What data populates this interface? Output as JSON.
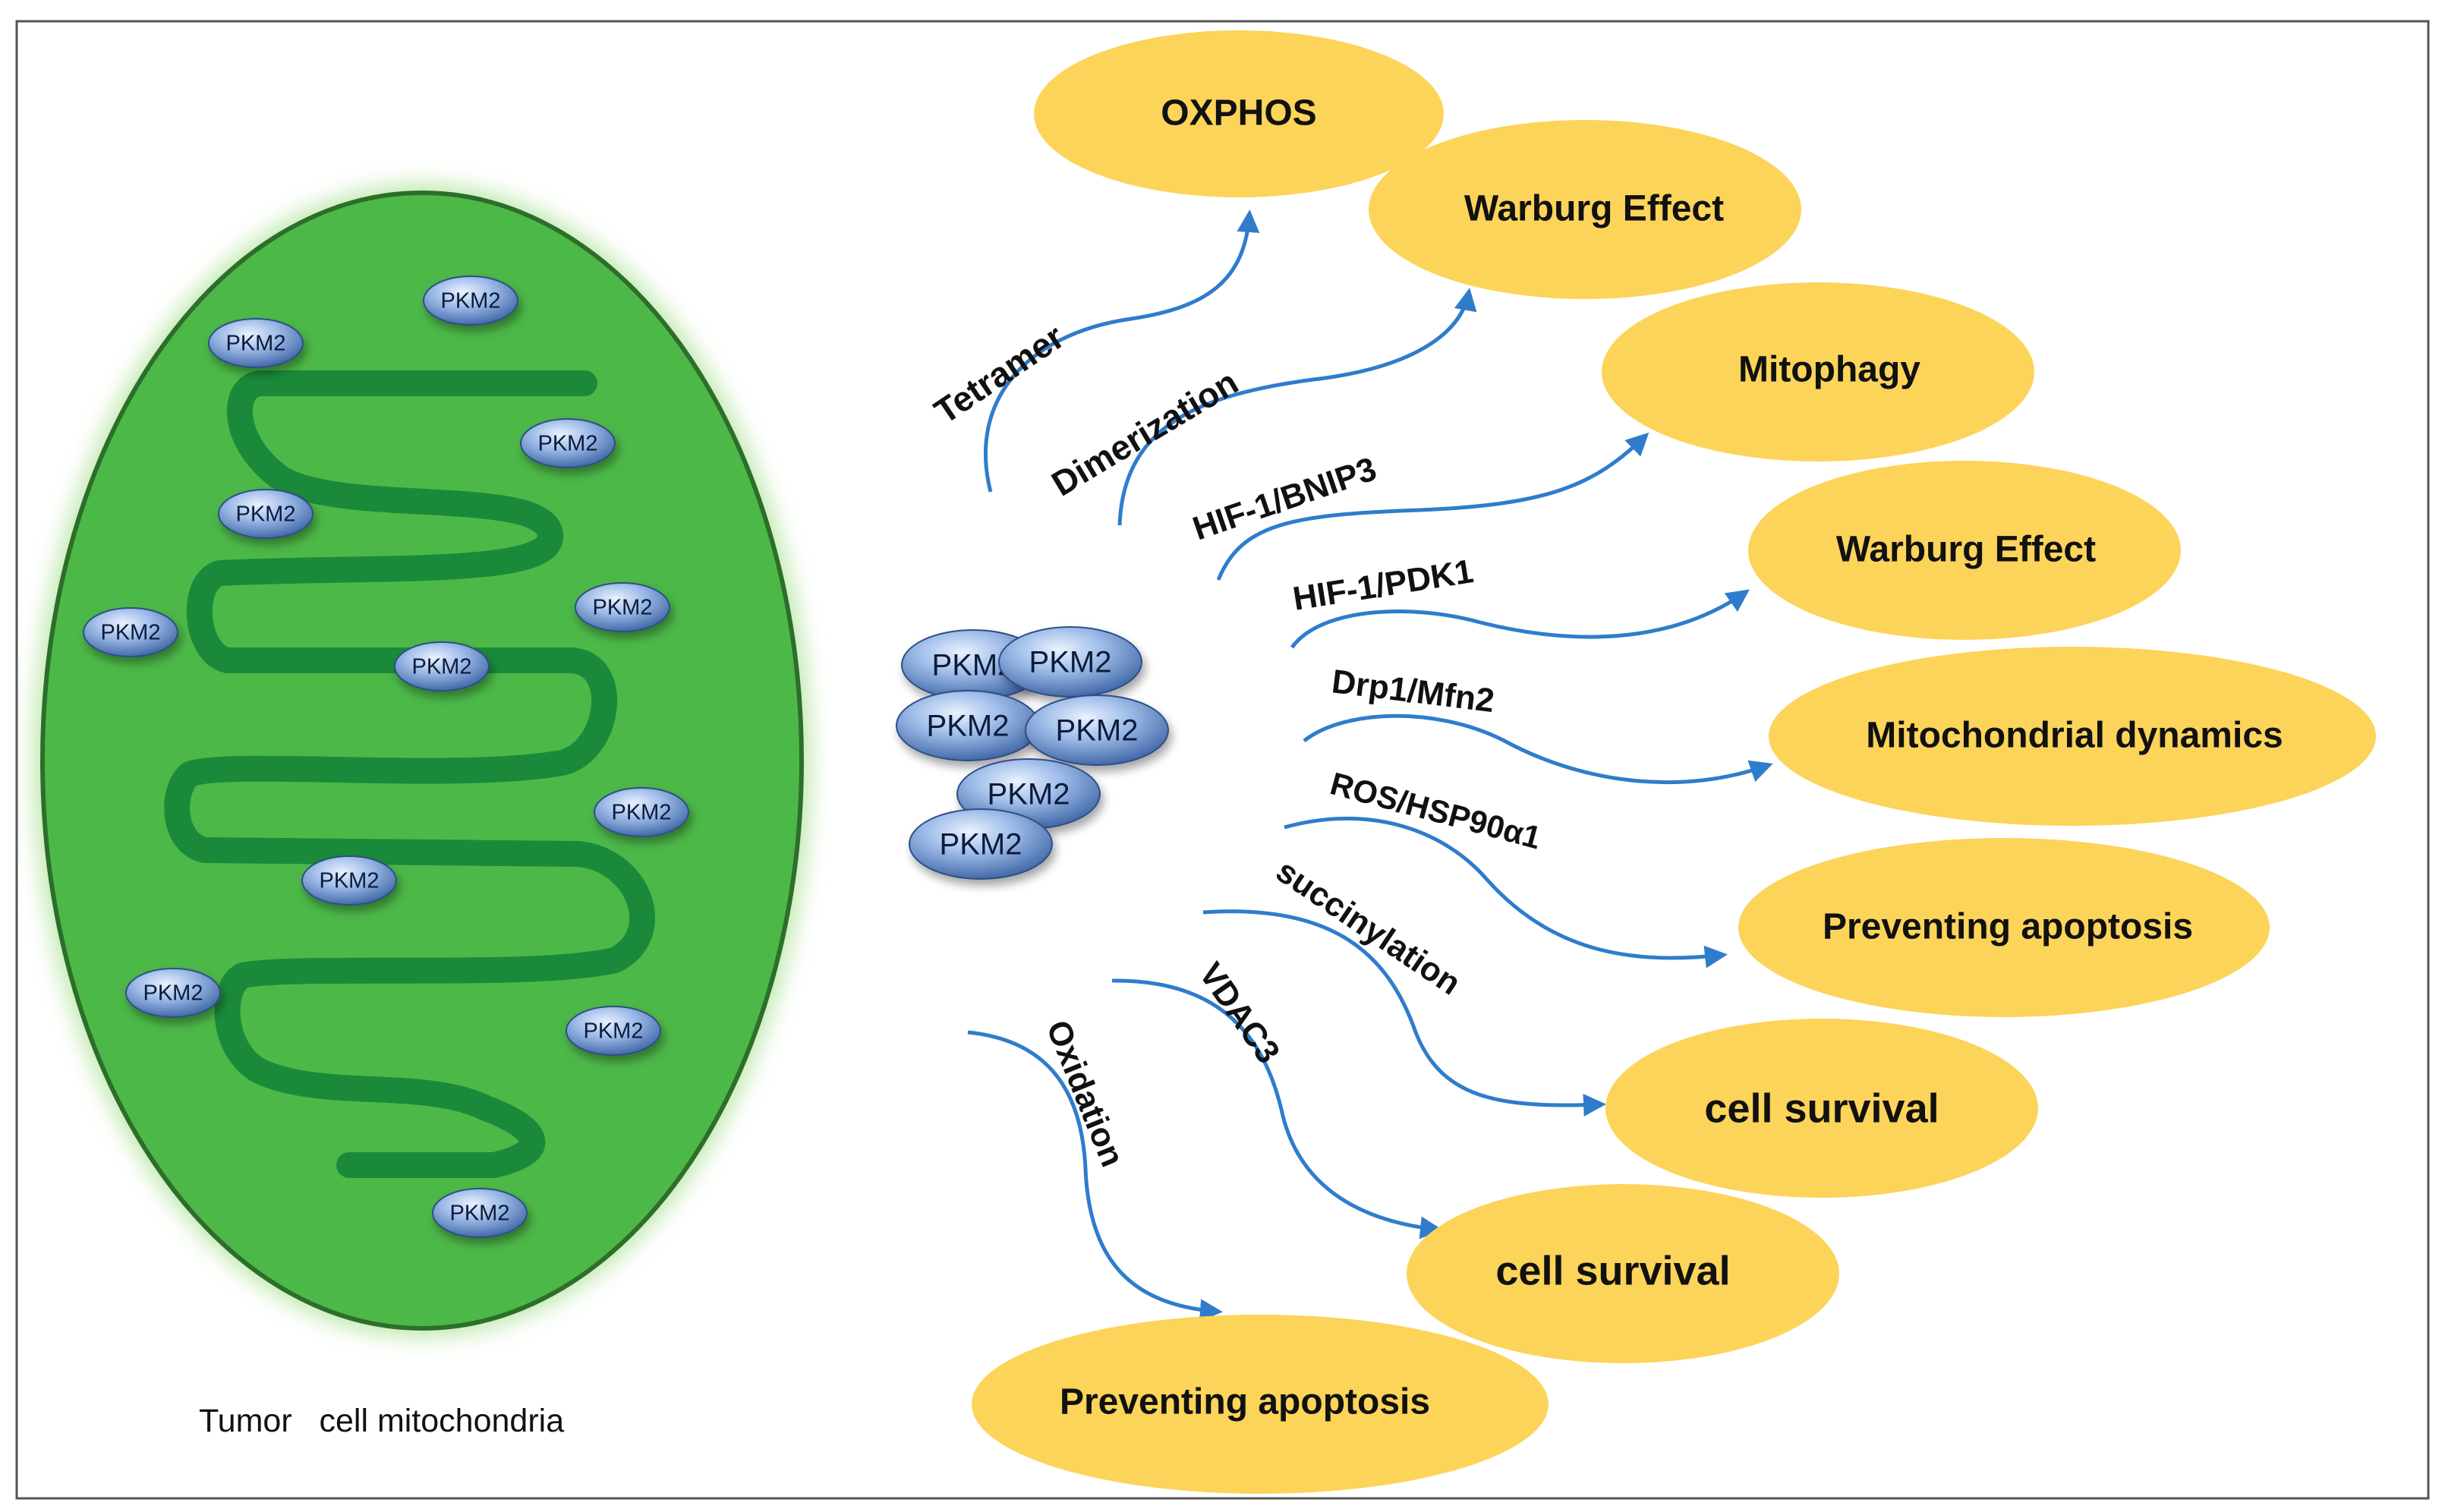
{
  "colors": {
    "mito_fill": "#4cb848",
    "mito_glow": "#b9e6a6",
    "crista": "#1a8a3a",
    "arrow": "#2f7ccc",
    "outcome": "#fcd45a",
    "pkm": "#7aa2dc"
  },
  "mitochondrion": {
    "caption": "Tumor   cell mitochondria",
    "pkm_label": "PKM2"
  },
  "cluster": {
    "labels": [
      "PKM2",
      "PKM2",
      "PKM2",
      "PKM2",
      "PKM2",
      "PKM2"
    ]
  },
  "pathways": [
    {
      "label": "Tetramer",
      "outcome": "OXPHOS"
    },
    {
      "label": "Dimerization",
      "outcome": "Warburg Effect"
    },
    {
      "label": "HIF-1/BNIP3",
      "outcome": "Mitophagy"
    },
    {
      "label": "HIF-1/PDK1",
      "outcome": "Warburg Effect"
    },
    {
      "label": "Drp1/Mfn2",
      "outcome": "Mitochondrial dynamics"
    },
    {
      "label": "ROS/HSP90α1",
      "outcome": "Preventing apoptosis"
    },
    {
      "label": "succinylation",
      "outcome": "cell survival"
    },
    {
      "label": "VDAC3",
      "outcome": "cell survival"
    },
    {
      "label": "Oxidation",
      "outcome": "Preventing apoptosis"
    }
  ]
}
